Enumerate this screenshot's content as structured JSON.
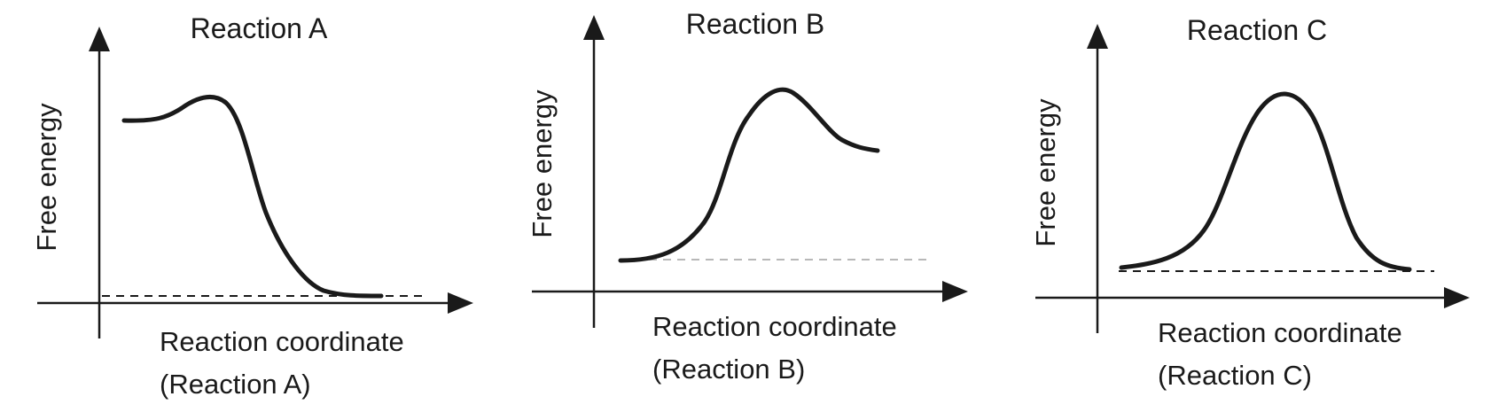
{
  "panels": [
    {
      "title": "Reaction A",
      "y_label": "Free energy",
      "x_label_line1": "Reaction coordinate",
      "x_label_line2": "(Reaction A)"
    },
    {
      "title": "Reaction B",
      "y_label": "Free energy",
      "x_label_line1": "Reaction coordinate",
      "x_label_line2": "(Reaction B)"
    },
    {
      "title": "Reaction C",
      "y_label": "Free energy",
      "x_label_line1": "Reaction coordinate",
      "x_label_line2": "(Reaction C)"
    }
  ]
}
